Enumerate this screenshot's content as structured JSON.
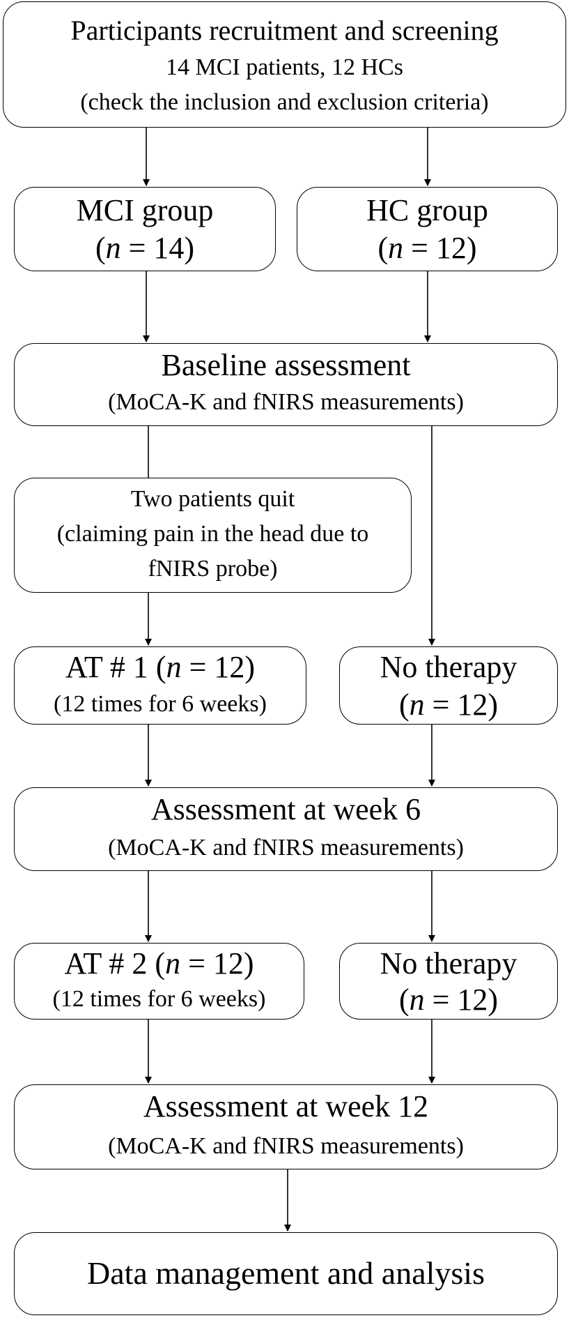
{
  "boxes": {
    "recruitment": {
      "title": "Participants recruitment and screening",
      "line2": "14 MCI patients, 12 HCs",
      "line3": "(check the inclusion and exclusion criteria)"
    },
    "mci_group": {
      "title": "MCI group",
      "n_prefix": "(",
      "n_var": "n",
      "n_suffix": " = 14)"
    },
    "hc_group": {
      "title": "HC group",
      "n_prefix": "(",
      "n_var": "n",
      "n_suffix": " = 12)"
    },
    "baseline": {
      "title": "Baseline assessment",
      "subtitle": "(MoCA-K and fNIRS measurements)"
    },
    "dropout": {
      "line1": "Two patients quit",
      "line2": "(claiming pain in the head due to",
      "line3": "fNIRS probe)"
    },
    "at1": {
      "title_prefix": "AT # 1 (",
      "n_var": "n",
      "title_suffix": " = 12)",
      "subtitle": "(12 times for 6 weeks)"
    },
    "no_therapy_1": {
      "title": "No therapy",
      "n_prefix": "(",
      "n_var": "n",
      "n_suffix": " = 12)"
    },
    "week6": {
      "title": "Assessment at week 6",
      "subtitle": "(MoCA-K and fNIRS measurements)"
    },
    "at2": {
      "title_prefix": "AT # 2 (",
      "n_var": "n",
      "title_suffix": " = 12)",
      "subtitle": "(12 times for 6 weeks)"
    },
    "no_therapy_2": {
      "title": "No therapy",
      "n_prefix": "(",
      "n_var": "n",
      "n_suffix": " = 12)"
    },
    "week12": {
      "title": "Assessment at week 12",
      "subtitle": "(MoCA-K and fNIRS measurements)"
    },
    "analysis": {
      "title": "Data management and analysis"
    }
  }
}
